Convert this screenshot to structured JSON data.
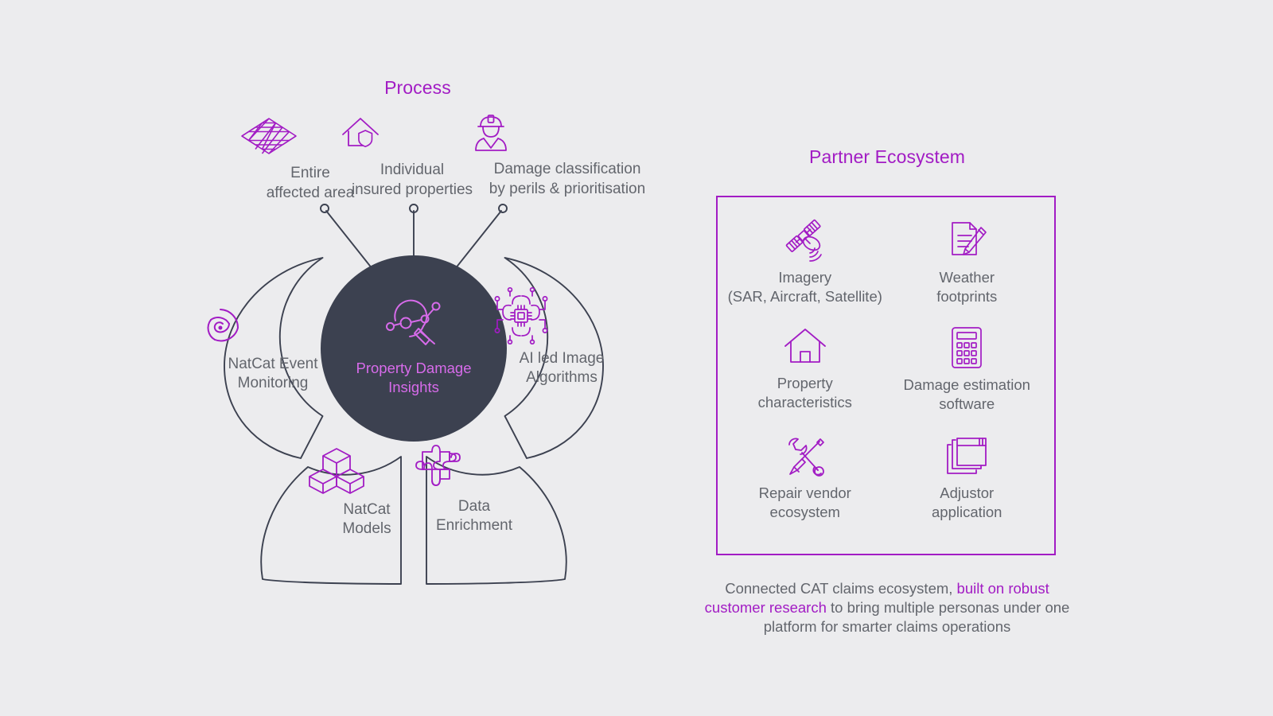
{
  "colors": {
    "background": "#ececee",
    "accent": "#a21cc4",
    "accent_light": "#d76bea",
    "dark_navy": "#3c4150",
    "body_text": "#63666d"
  },
  "process": {
    "heading": "Process",
    "items": [
      {
        "icon": "grid-mesh-icon",
        "label": "Entire\naffected area"
      },
      {
        "icon": "house-shield-icon",
        "label": "Individual\ninsured properties"
      },
      {
        "icon": "worker-hardhat-icon",
        "label": "Damage classification\nby perils & prioritisation"
      }
    ]
  },
  "center": {
    "icon": "magnifier-network-icon",
    "label": "Property Damage\nInsights"
  },
  "petals": [
    {
      "icon": "spiral-cyclone-icon",
      "label": "NatCat Event\nMonitoring"
    },
    {
      "icon": "ai-chip-brain-icon",
      "label": "AI led Image\nAlgorithms"
    },
    {
      "icon": "cubes-stack-icon",
      "label": "NatCat\nModels"
    },
    {
      "icon": "puzzle-pieces-icon",
      "label": "Data\nEnrichment"
    }
  ],
  "partner": {
    "heading": "Partner Ecosystem",
    "items": [
      {
        "icon": "satellite-icon",
        "label": "Imagery\n(SAR, Aircraft, Satellite)"
      },
      {
        "icon": "document-pencil-icon",
        "label": "Weather\nfootprints"
      },
      {
        "icon": "house-outline-icon",
        "label": "Property\ncharacteristics"
      },
      {
        "icon": "calculator-icon",
        "label": "Damage estimation\nsoftware"
      },
      {
        "icon": "wrench-screwdriver-icon",
        "label": "Repair vendor\necosystem"
      },
      {
        "icon": "window-app-icon",
        "label": "Adjustor\napplication"
      }
    ],
    "caption": {
      "part1": "Connected CAT claims ecosystem, ",
      "highlight": "built on robust customer research",
      "part2": " to bring multiple personas under one platform for smarter claims operations"
    }
  }
}
